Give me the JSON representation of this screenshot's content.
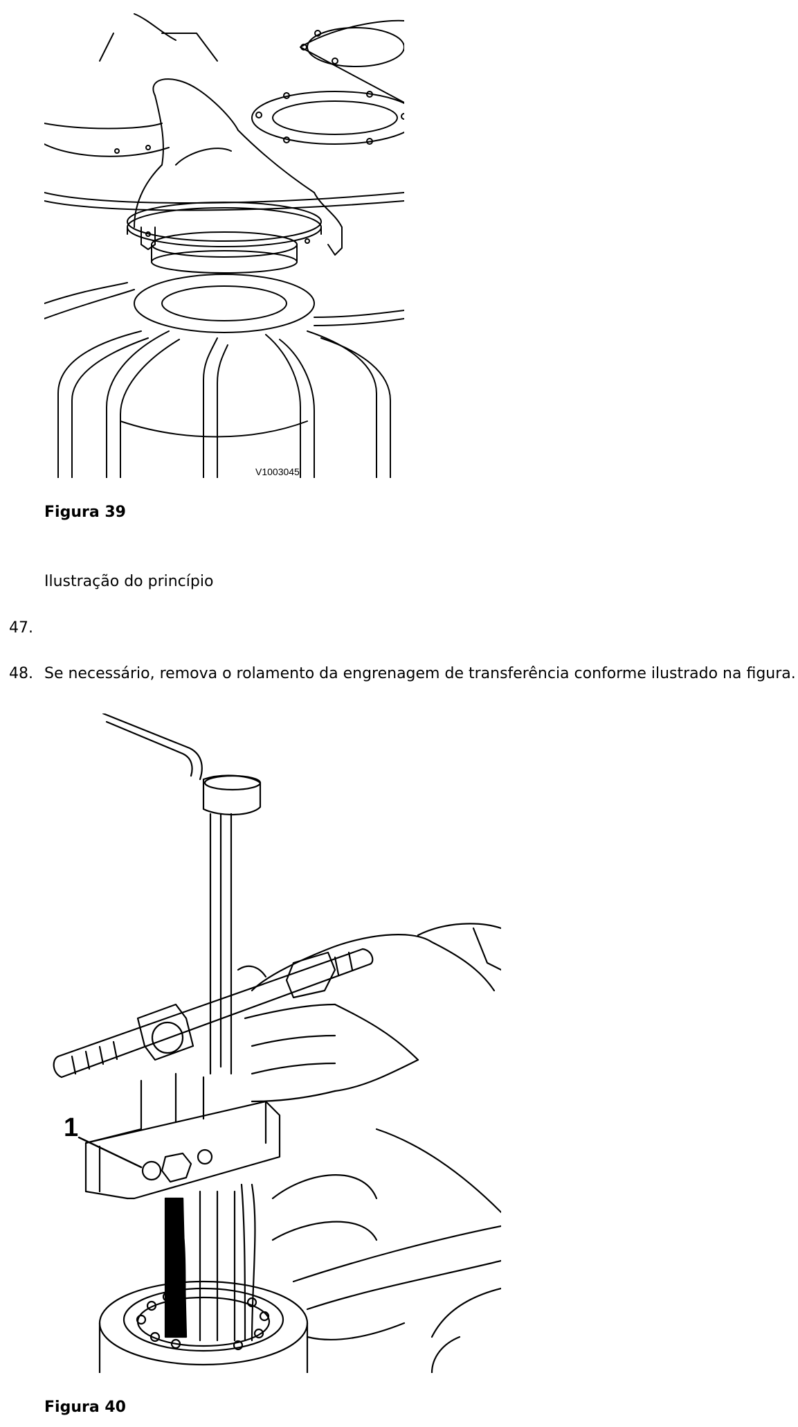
{
  "figures": [
    {
      "code_label": "V1003045",
      "caption": "Figura 39",
      "note": "Ilustração do princípio"
    },
    {
      "callout": "1",
      "caption": "Figura 40"
    }
  ],
  "steps": [
    {
      "number": "47.",
      "text": ""
    },
    {
      "number": "48.",
      "text": "Se necessário, remova o rolamento da engrenagem de transferência conforme ilustrado na figura."
    }
  ]
}
